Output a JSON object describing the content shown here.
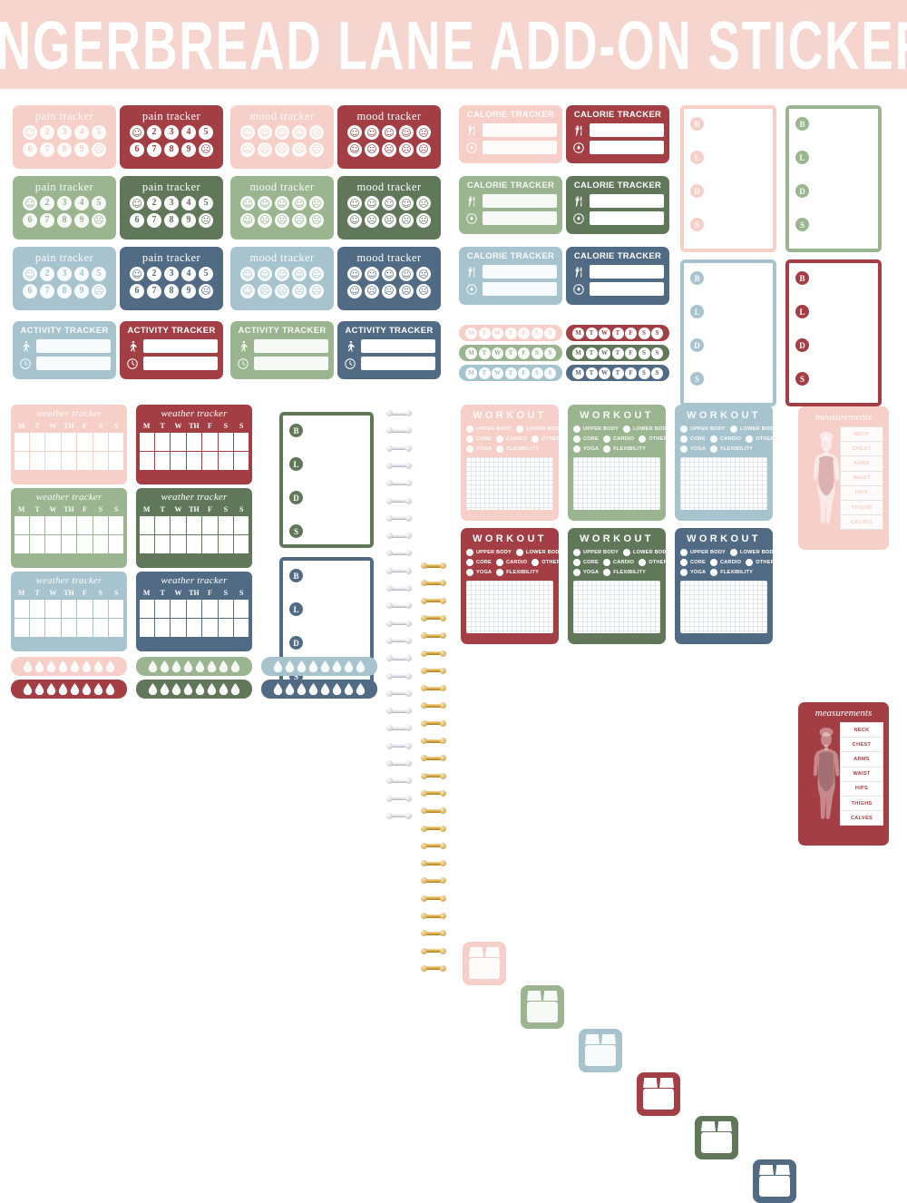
{
  "header": {
    "title": "GINGERBREAD LANE ADD-ON STICKERS",
    "bg": "#f5d5ce",
    "text_color": "#ffffff"
  },
  "palette": {
    "blush": "#f7cfc9",
    "deep_red": "#a33f44",
    "sage": "#9ab58f",
    "forest": "#60775a",
    "ice_blue": "#a7c4ce",
    "navy": "#526b84",
    "gold": "#d9a441",
    "silver": "#c9cdd2"
  },
  "pain_tracker": {
    "label": "pain tracker",
    "row1": [
      "☺",
      "2",
      "3",
      "4",
      "5"
    ],
    "row2": [
      "6",
      "7",
      "8",
      "9",
      "☹"
    ]
  },
  "mood_tracker": {
    "label": "mood tracker",
    "row1": [
      "ὤ2",
      "ὠ0",
      "ὠ3",
      "ὤ2",
      "ὡ0"
    ],
    "row2": [
      "ὢC",
      "ὢ8",
      "ὢE",
      "ὤ1",
      "ὢ2"
    ],
    "faces_row1": [
      "☺",
      "☺",
      "☺",
      "☺",
      "☹"
    ],
    "faces_row2": [
      "☺",
      "☹",
      "☹",
      "☹",
      "☹"
    ]
  },
  "activity_tracker": {
    "label": "ACTIVITY TRACKER",
    "icons": [
      "walking-person-icon",
      "clock-icon"
    ],
    "icon_glyphs": [
      "Ὣ6",
      "⏱"
    ],
    "fields": [
      "",
      ""
    ]
  },
  "calorie_tracker": {
    "label": "CALORIE TRACKER",
    "icons": [
      "fork-knife-icon",
      "flame-icon"
    ],
    "icon_glyphs": [
      "ἷ4",
      "ὒ5"
    ],
    "fields": [
      "",
      ""
    ]
  },
  "meal_planner": {
    "labels": [
      "B",
      "L",
      "D",
      "S"
    ]
  },
  "weekday_strip": {
    "days": [
      "M",
      "T",
      "W",
      "T",
      "F",
      "S",
      "S"
    ]
  },
  "weather_tracker": {
    "label": "weather tracker",
    "columns": [
      "M",
      "T",
      "W",
      "TH",
      "F",
      "S",
      "S"
    ],
    "rows": 2
  },
  "workout": {
    "label": "WORKOUT",
    "options": [
      [
        "UPPER BODY",
        "LOWER BODY"
      ],
      [
        "CORE",
        "CARDIO",
        "OTHER"
      ],
      [
        "YOGA",
        "FLEXIBILITY"
      ]
    ],
    "notes_area": "grid"
  },
  "measurements": {
    "label": "measurements",
    "items": [
      "NECK",
      "CHEST",
      "ARMS",
      "WAIST",
      "HIPS",
      "THIGHS",
      "CALVES"
    ]
  },
  "water_tracker": {
    "droplet_count": 8,
    "icon": "water-drop-icon"
  },
  "scale_sticker": {
    "icon": "bathroom-scale-icon",
    "count": 6
  },
  "binder_rings": {
    "colors": [
      "silver",
      "gold"
    ],
    "rings_per_column": 24
  },
  "color_order": {
    "tracker_rows": [
      "blush",
      "deep_red",
      "sage",
      "forest",
      "ice_blue",
      "navy"
    ],
    "strip_order": [
      "blush",
      "deep_red",
      "sage",
      "forest",
      "ice_blue",
      "navy"
    ],
    "scale_order": [
      "blush",
      "sage",
      "ice_blue",
      "deep_red",
      "forest",
      "navy"
    ]
  }
}
